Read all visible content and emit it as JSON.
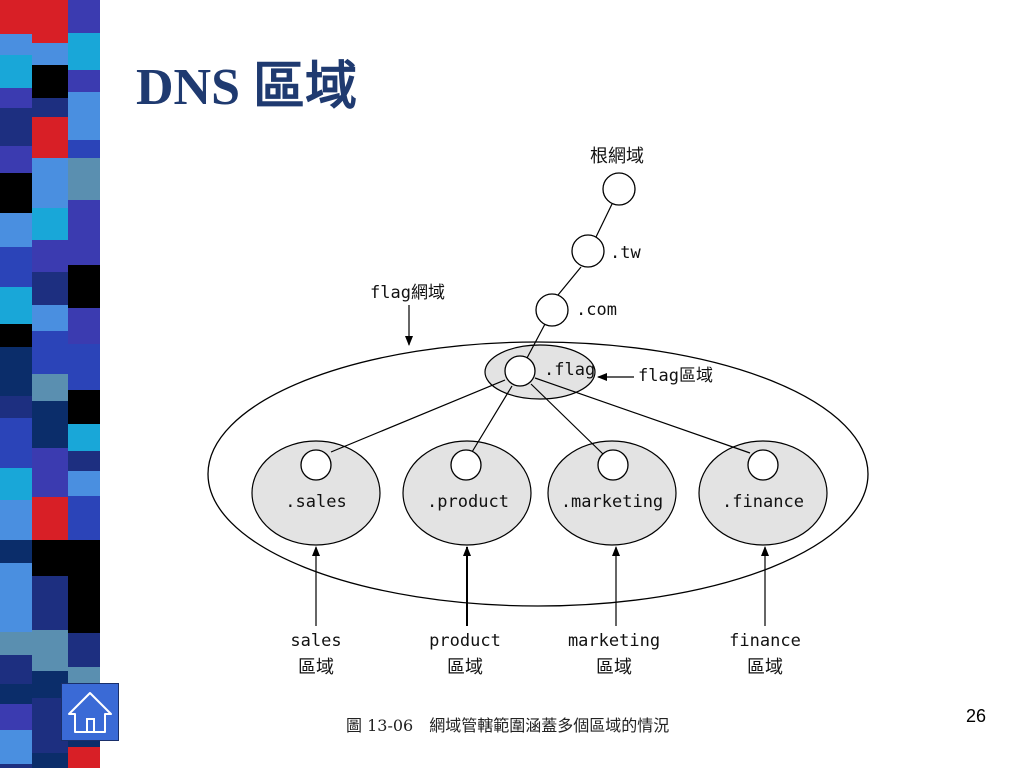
{
  "slide": {
    "title": "DNS 區域",
    "page_number": "26"
  },
  "diagram": {
    "root_label": "根網域",
    "tw_label": ".tw",
    "com_label": ".com",
    "flag_label": ".flag",
    "flag_domain_label": "flag網域",
    "flag_zone_label": "flag區域",
    "subzones": [
      {
        "label": ".sales",
        "caption_top": "sales",
        "caption_bottom": "區域"
      },
      {
        "label": ".product",
        "caption_top": "product",
        "caption_bottom": "區域"
      },
      {
        "label": ".marketing",
        "caption_top": "marketing",
        "caption_bottom": "區域"
      },
      {
        "label": ".finance",
        "caption_top": "finance",
        "caption_bottom": "區域"
      }
    ],
    "figure_caption": "圖 13-06　網域管轄範圍涵蓋多個區域的情況"
  },
  "colors": {
    "title": "#1f3a70",
    "zone_fill": "#e3e3e3",
    "home_button": "#3a6ad6"
  },
  "icons": {
    "home": "home-icon"
  }
}
